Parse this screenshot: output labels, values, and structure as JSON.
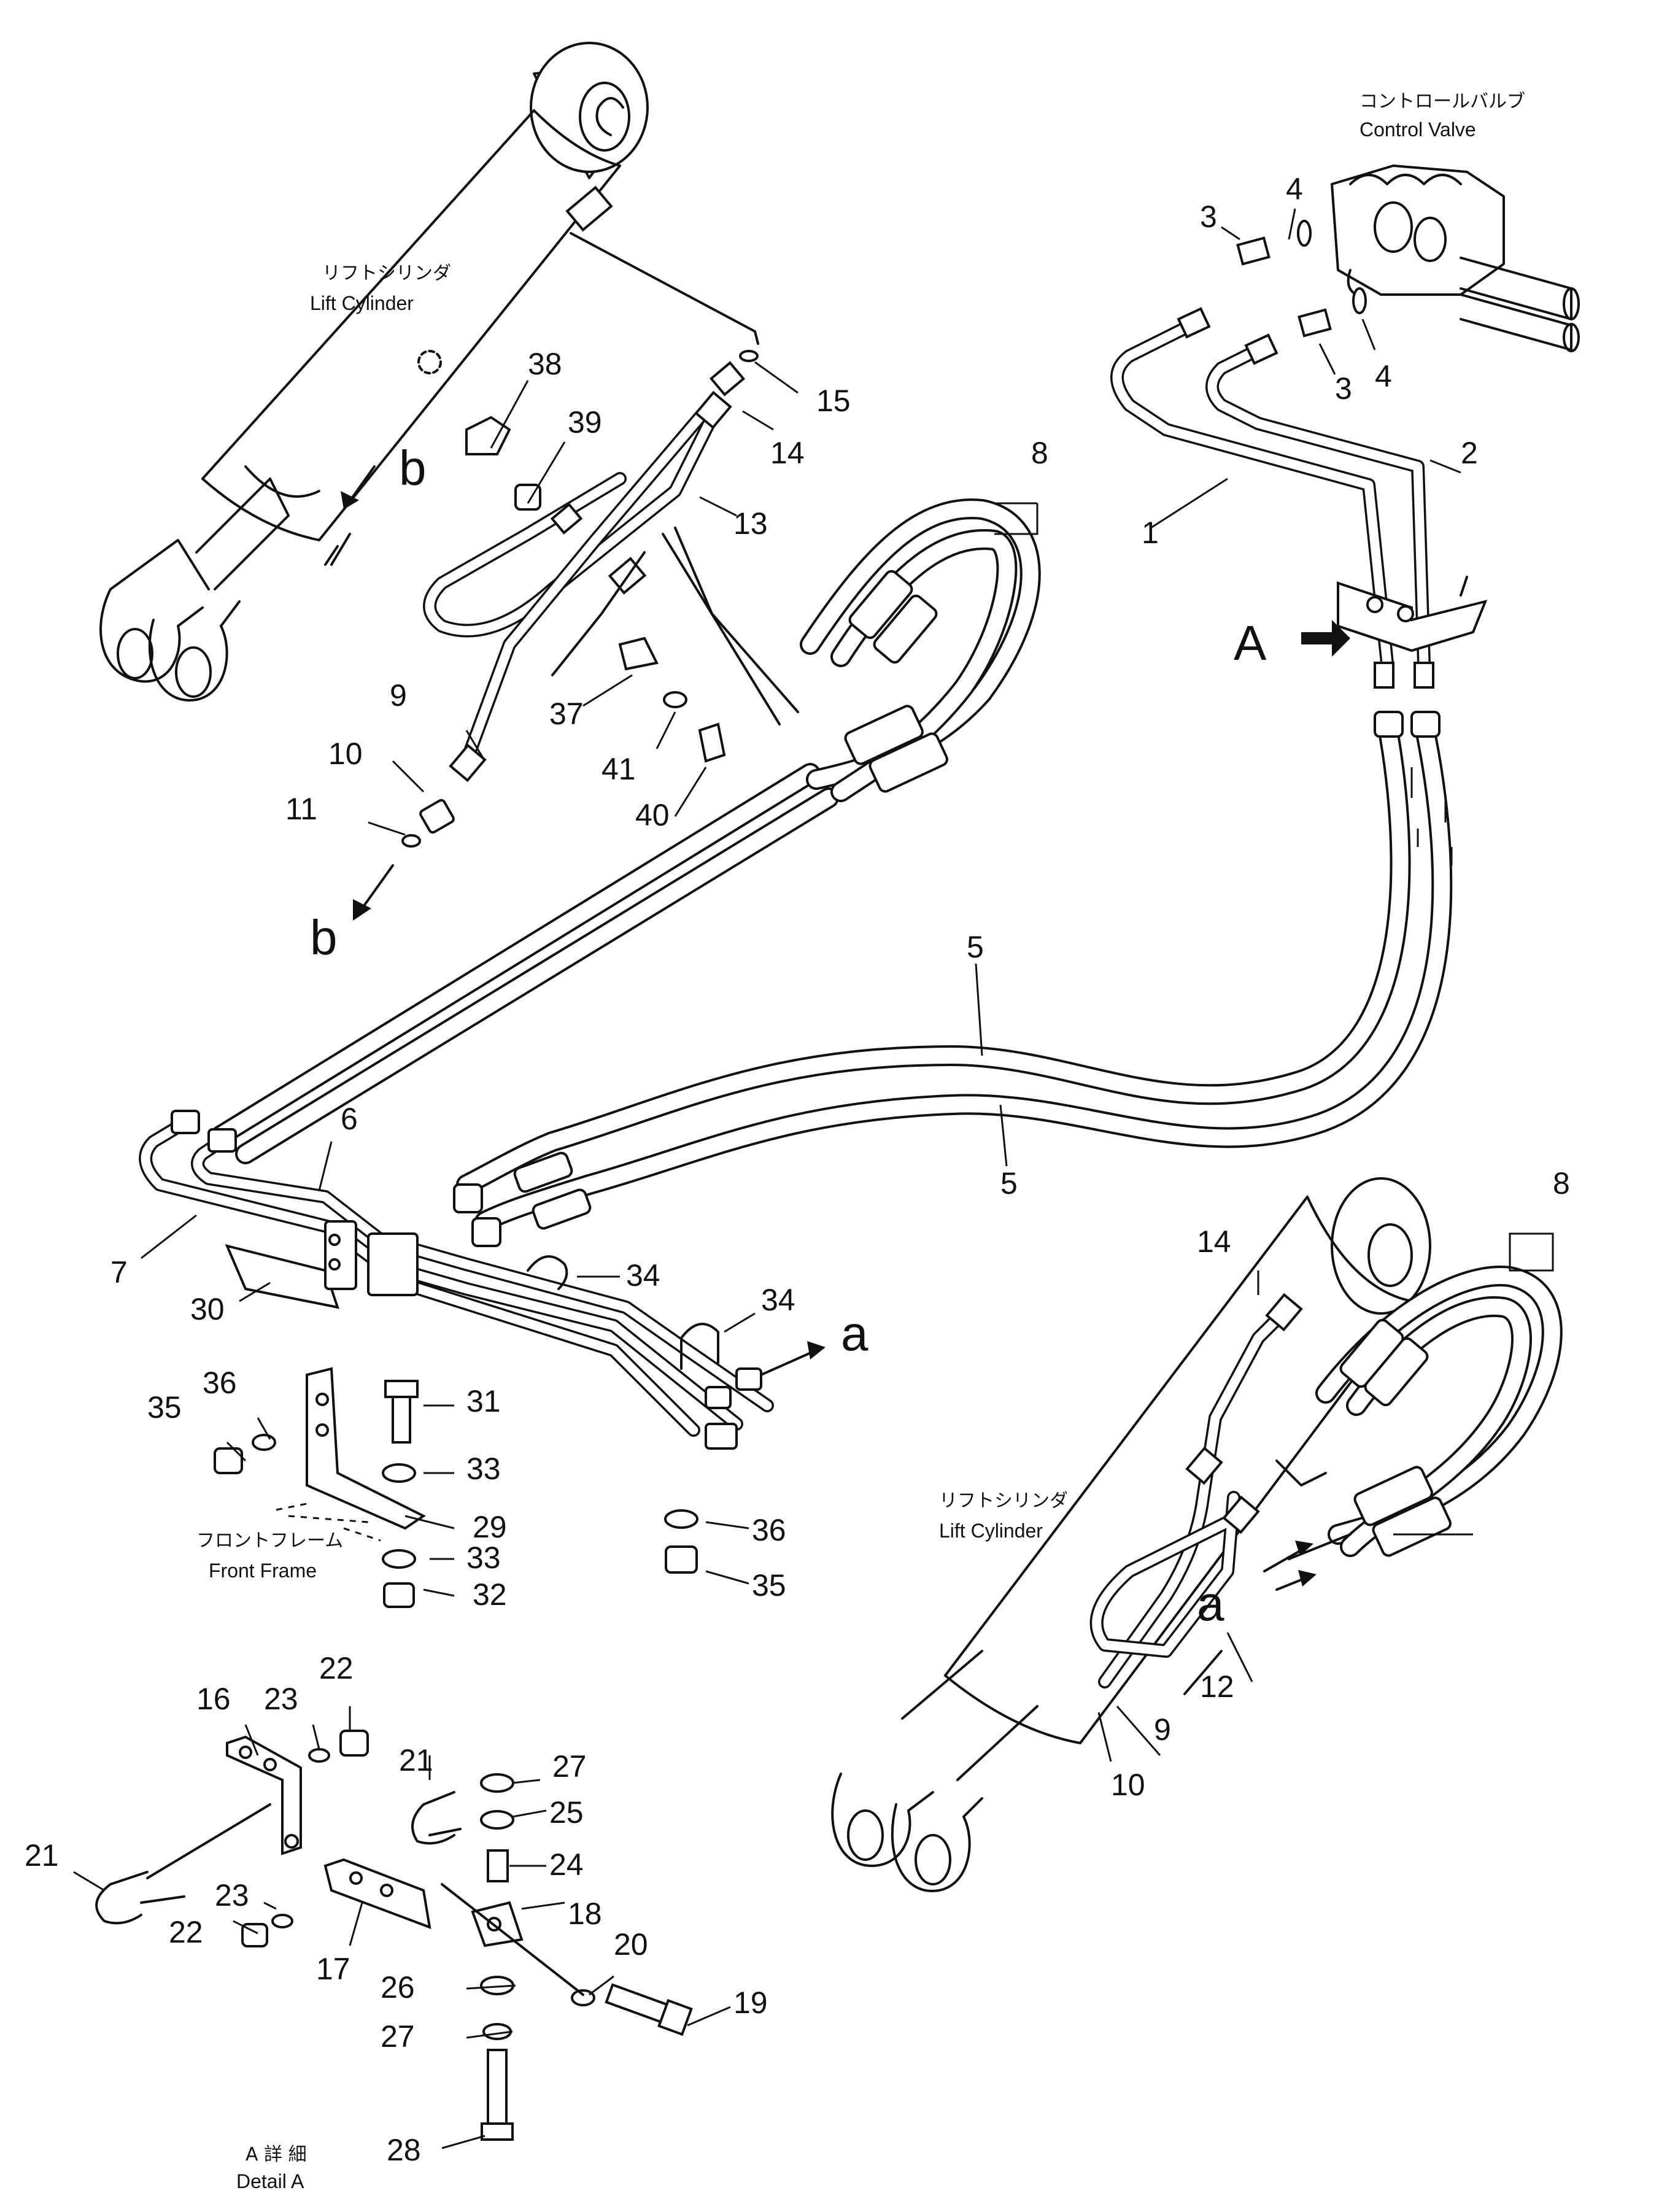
{
  "captions": {
    "control_valve_jp": "コントロールバルブ",
    "control_valve_en": "Control Valve",
    "lift_cylinder_top_jp": "リフトシリンダ",
    "lift_cylinder_top_en": "Lift Cylinder",
    "lift_cylinder_bottom_jp": "リフトシリンダ",
    "lift_cylinder_bottom_en": "Lift Cylinder",
    "front_frame_jp": "フロントフレーム",
    "front_frame_en": "Front Frame",
    "detail_jp": "A 詳 細",
    "detail_en": "Detail A"
  },
  "view_markers": {
    "A": "A",
    "a_right": "a",
    "a_bottom": "a",
    "b_upper": "b",
    "b_lower": "b"
  },
  "part_numbers": {
    "p1": "1",
    "p2": "2",
    "p3a": "3",
    "p3b": "3",
    "p4a": "4",
    "p4b": "4",
    "p5a": "5",
    "p5b": "5",
    "p6": "6",
    "p7": "7",
    "p8a": "8",
    "p8b": "8",
    "p9a": "9",
    "p9b": "9",
    "p10a": "10",
    "p10b": "10",
    "p11": "11",
    "p12": "12",
    "p13": "13",
    "p14a": "14",
    "p14b": "14",
    "p15": "15",
    "p16": "16",
    "p17": "17",
    "p18": "18",
    "p19": "19",
    "p20": "20",
    "p21a": "21",
    "p21b": "21",
    "p22a": "22",
    "p22b": "22",
    "p23a": "23",
    "p23b": "23",
    "p24": "24",
    "p25": "25",
    "p26": "26",
    "p27a": "27",
    "p27b": "27",
    "p28": "28",
    "p29": "29",
    "p30": "30",
    "p31": "31",
    "p32": "32",
    "p33a": "33",
    "p33b": "33",
    "p34a": "34",
    "p34b": "34",
    "p35a": "35",
    "p35b": "35",
    "p36a": "36",
    "p36b": "36",
    "p37": "37",
    "p38": "38",
    "p39": "39",
    "p40": "40",
    "p41": "41"
  }
}
